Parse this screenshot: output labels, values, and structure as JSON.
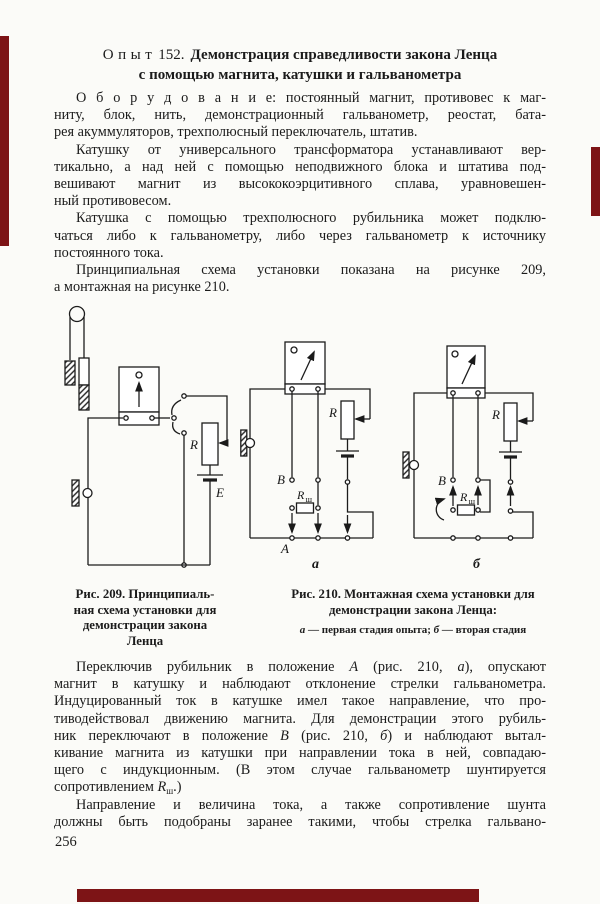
{
  "page": {
    "number": "256",
    "background_color": "#fbfbf8",
    "ink_color": "#1b1b1b",
    "scan_mark_color": "#7d1416"
  },
  "title": {
    "experiment_word": "Опыт",
    "experiment_number": "152.",
    "line1": "Демонстрация  справедливости  закона  Ленца",
    "line2": "с помощью магнита,  катушки  и  гальванометра"
  },
  "paragraphs": {
    "equipment": {
      "justify_last": false,
      "lines": [
        "О б о р у д о в а н и е:  постоянный  магнит,  противовес  к  маг-",
        "ниту, блок, нить, демонстрационный гальванометр, реостат, бата-",
        "рея акуммуляторов, трехполюсный переключатель, штатив."
      ]
    },
    "setup": {
      "justify_last": false,
      "lines": [
        "Катушку от универсального трансформатора устанавливают вер-",
        "тикально, а над ней с помощью неподвижного блока и штатива под-",
        "вешивают магнит из высококоэрцитивного сплава, уравновешен-",
        "ный противовесом."
      ]
    },
    "switching": {
      "justify_last": false,
      "lines": [
        "Катушка с помощью трехполюсного рубильника может подклю-",
        "чаться либо к гальванометру, либо через гальванометр  к  источнику",
        "постоянного тока."
      ]
    },
    "scheme_ref": {
      "justify_last": false,
      "lines": [
        "Принципиальная  схема  установки  показана  на  рисунке  209,",
        "а монтажная на рисунке 210."
      ]
    },
    "procedure": {
      "justify_last": false,
      "lines": [
        "Переключив рубильник в положение [i]А[/i] (рис. 210, [i]а[/i]), опускают",
        "магнит в катушку и наблюдают отклонение стрелки гальванометра.",
        "Индуцированный ток в катушке имел такое направление, что про-",
        "тиводействовал движению магнита. Для демонстрации этого рубиль-",
        "ник переключают в положение [i]В[/i] (рис. 210, [i]б[/i]) и наблюдают вытал-",
        "кивание магнита из катушки при направлении тока в ней, совпадаю-",
        "щего с индукционным. (В этом случае гальванометр шунтируется",
        "сопротивлением [i]R[/i][sub]ш[/sub].)"
      ]
    },
    "note": {
      "justify_last": true,
      "lines": [
        "Направление и величина тока, а также сопротивление шунта",
        "должны быть подобраны заранее такими, чтобы стрелка гальвано-"
      ]
    }
  },
  "figures": {
    "fig209": {
      "caption_lines": [
        "Рис. 209. Принципиаль-",
        "ная схема установки для",
        "демонстрации закона",
        "Ленца"
      ],
      "labels": {
        "resistor": "R",
        "battery": "E"
      }
    },
    "fig210": {
      "caption_lines": [
        "Рис. 210. Монтажная схема установки для",
        "демонстрации закона Ленца:"
      ],
      "subcaption_lines": [
        "[i]а[/i] — первая стадия опыта; [i]б[/i] — вторая стадия"
      ],
      "a": {
        "B": "B",
        "A": "A",
        "resistor": "R",
        "shunt_main": "R",
        "shunt_sub": "ш",
        "stage": "а"
      },
      "b": {
        "B": "B",
        "resistor": "R",
        "shunt_main": "R",
        "shunt_sub": "ш",
        "stage": "б"
      }
    }
  }
}
